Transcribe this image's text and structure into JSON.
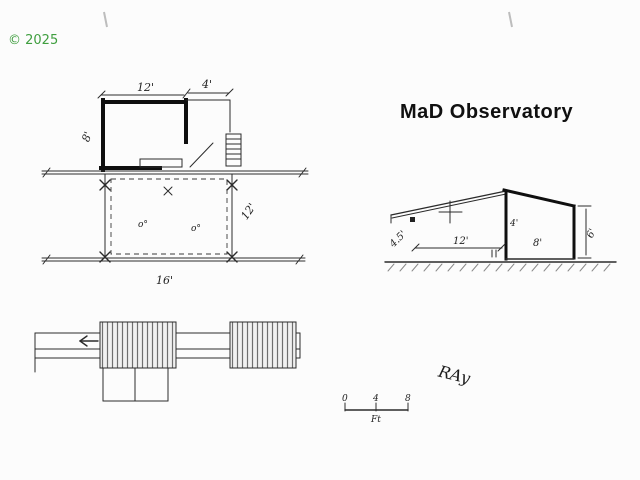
{
  "watermark": {
    "text": "© 2025",
    "color": "#3f9e3f"
  },
  "title": "MaD Observatory",
  "floor_plan": {
    "dims": {
      "top_main": "12'",
      "top_right": "4'",
      "left": "8'",
      "deck_right": "12'",
      "bottom": "16'"
    },
    "pier_left": "o°",
    "pier_right": "o°"
  },
  "elevation": {
    "dims": {
      "left_eave": "4.5'",
      "span": "12'",
      "interior_top": "4'",
      "interior_bottom": "8'",
      "right_wall": "6'"
    }
  },
  "scale_bar": {
    "tick0": "0",
    "tick4": "4",
    "tick8": "8",
    "unit": "Ft"
  },
  "signature": "RAy"
}
